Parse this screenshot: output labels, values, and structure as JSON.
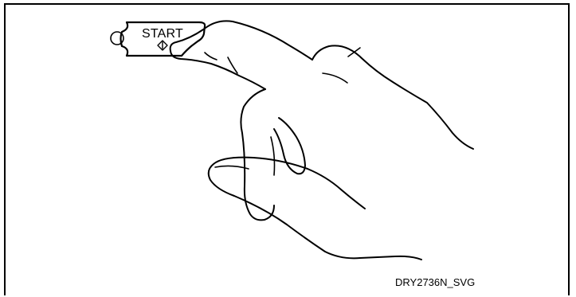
{
  "button": {
    "label": "START",
    "icon": "start-pause-diamond-icon"
  },
  "indicator": {
    "icon": "status-light-circle"
  },
  "illustration": {
    "subject": "hand-pressing-button"
  },
  "figure": {
    "code": "DRY2736N_SVG"
  },
  "colors": {
    "line": "#000000",
    "background": "#ffffff"
  }
}
